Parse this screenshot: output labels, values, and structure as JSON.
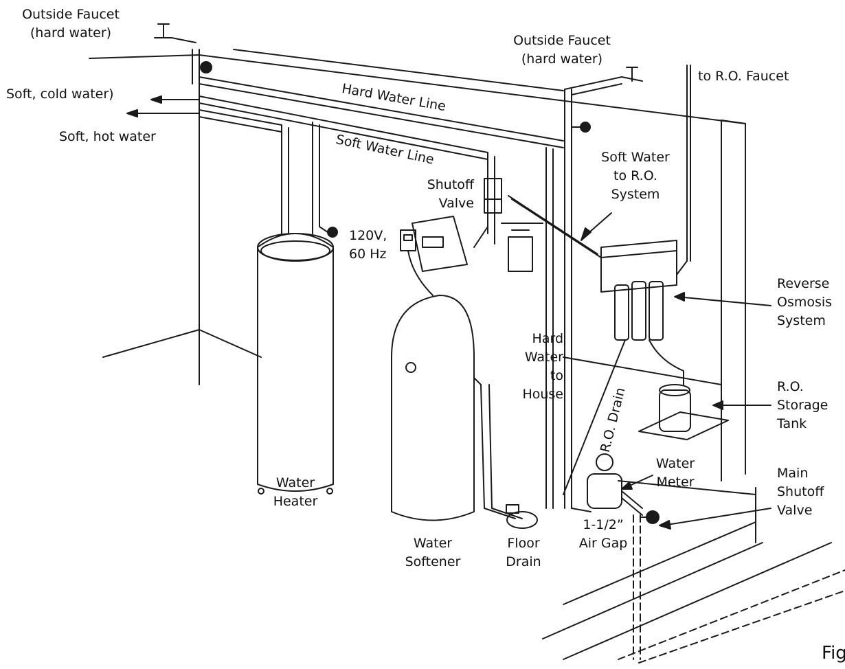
{
  "labels": {
    "outside_faucet_left": [
      "Outside Faucet",
      "(hard water)"
    ],
    "outside_faucet_right": [
      "Outside Faucet",
      "(hard water)"
    ],
    "to_ro_faucet": "to R.O. Faucet",
    "soft_cold_water": "Soft, cold water)",
    "soft_hot_water": "Soft, hot water",
    "hard_water_line": "Hard Water Line",
    "soft_water_line": "Soft Water Line",
    "shutoff_valve": [
      "Shutoff",
      "Valve"
    ],
    "soft_water_to_ro": [
      "Soft Water",
      "to R.O.",
      "System"
    ],
    "power": [
      "120V,",
      "60 Hz"
    ],
    "reverse_osmosis": [
      "Reverse",
      "Osmosis",
      "System"
    ],
    "hard_water_to_house": [
      "Hard",
      "Water",
      "to",
      "House"
    ],
    "ro_drain": "R.O. Drain",
    "ro_storage_tank": [
      "R.O.",
      "Storage",
      "Tank"
    ],
    "water_meter": [
      "Water",
      "Meter"
    ],
    "main_shutoff": [
      "Main",
      "Shutoff",
      "Valve"
    ],
    "water_heater": [
      "Water",
      "Heater"
    ],
    "water_softener": [
      "Water",
      "Softener"
    ],
    "floor_drain": [
      "Floor",
      "Drain"
    ],
    "air_gap": [
      "1-1/2”",
      "Air Gap"
    ],
    "figure_fragment": "Fig"
  },
  "colors": {
    "line": "#1a1a1a",
    "fill": "#ffffff",
    "shade": "#d9d9d9"
  }
}
